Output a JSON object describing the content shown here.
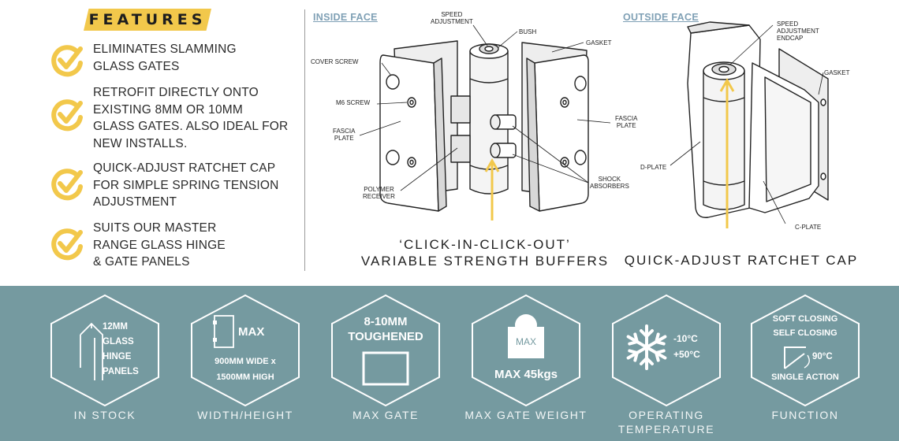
{
  "features": {
    "title": "FEATURES",
    "items": [
      {
        "text": "ELIMINATES SLAMMING\nGLASS GATES"
      },
      {
        "text": "RETROFIT DIRECTLY ONTO\nEXISTING 8MM OR 10MM\nGLASS GATES. ALSO IDEAL FOR\nNEW INSTALLS."
      },
      {
        "text": "QUICK-ADJUST RATCHET CAP\nFOR SIMPLE SPRING TENSION\nADJUSTMENT"
      },
      {
        "text": "SUITS OUR MASTER\nRANGE GLASS HINGE\n& GATE PANELS"
      }
    ]
  },
  "inside_face": {
    "title": "INSIDE FACE",
    "callouts": {
      "speed_adjustment": "SPEED\nADJUSTMENT",
      "bush": "BUSH",
      "gasket": "GASKET",
      "cover_screw": "COVER SCREW",
      "m6_screw": "M6 SCREW",
      "fascia_plate_left": "FASCIA\nPLATE",
      "fascia_plate_right": "FASCIA\nPLATE",
      "polymer_receiver": "POLYMER\nRECEIVER",
      "shock_absorbers": "SHOCK\nABSORBERS"
    },
    "caption": "‘CLICK-IN-CLICK-OUT’\nVARIABLE STRENGTH BUFFERS"
  },
  "outside_face": {
    "title": "OUTSIDE FACE",
    "callouts": {
      "speed_adjustment_endcap": "SPEED\nADJUSTMENT\nENDCAP",
      "gasket": "GASKET",
      "d_plate": "D-PLATE",
      "c_plate": "C-PLATE"
    },
    "caption": "QUICK-ADJUST RATCHET CAP"
  },
  "specs": {
    "in_stock": {
      "label": "IN STOCK",
      "text": "12MM\nGLASS\nHINGE\nPANELS"
    },
    "width_height": {
      "label": "WIDTH/HEIGHT",
      "max": "MAX",
      "size": "900MM WIDE x\n1500MM HIGH"
    },
    "max_gate": {
      "label": "MAX GATE",
      "text": "8-10MM\nTOUGHENED"
    },
    "max_gate_weight": {
      "label": "MAX GATE WEIGHT",
      "weight_icon_text": "MAX",
      "value": "MAX 45kgs"
    },
    "operating_temperature": {
      "label": "OPERATING\nTEMPERATURE",
      "low": "-10°C",
      "high": "+50°C"
    },
    "function": {
      "label": "FUNCTION",
      "line1": "SOFT CLOSING",
      "line2": "SELF CLOSING",
      "angle": "90°C",
      "line3": "SINGLE ACTION"
    }
  },
  "colors": {
    "accent_yellow": "#f2c84b",
    "band_teal": "#759aa0",
    "face_title_blue": "#7fa0b5"
  }
}
